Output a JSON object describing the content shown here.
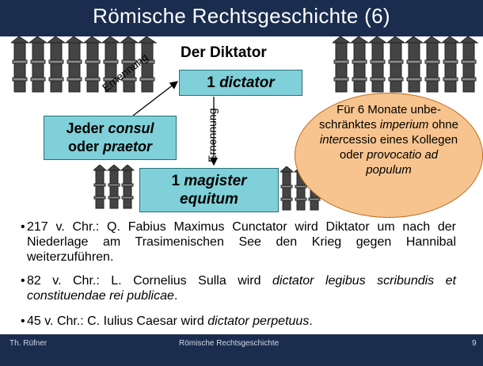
{
  "slide": {
    "title": "Römische Rechtsgeschichte (6)",
    "heading": "Der Diktator"
  },
  "diagram": {
    "dictator_box": {
      "number": "1",
      "word": "dictator"
    },
    "consul_box": {
      "line1_a": "Jeder ",
      "line1_b": "consul",
      "line2_a": "oder ",
      "line2_b": "praetor"
    },
    "magister_box": {
      "line1_a": "1 ",
      "line1_b": "magister",
      "line2": "equitum"
    },
    "ernennung_diagonal": "Ernennung",
    "ernennung_vertical": "Ernennung",
    "oval": {
      "line1": "Für 6 Monate unbe-",
      "line2_a": "schränktes ",
      "line2_b": "imperium",
      "line2_c": " ohne",
      "line3_a": "inter",
      "line3_b": "cessio eines Kollegen",
      "line4_a": "oder ",
      "line4_b": "provocatio ad",
      "line5": "populum"
    }
  },
  "bullets": {
    "b1": "217 v. Chr.: Q. Fabius Maximus Cunctator wird Diktator um nach der Niederlage am Trasimenischen See den Krieg gegen Hannibal weiterzuführen.",
    "b2_a": "82 v. Chr.: L. Cornelius Sulla wird ",
    "b2_b": "dictator legibus scribundis et constituendae rei publicae",
    "b2_c": ".",
    "b3_a": "45 v. Chr.: C. Iulius Caesar wird ",
    "b3_b": "dictator perpetuus",
    "b3_c": "."
  },
  "footer": {
    "author": "Th. Rüfner",
    "course": "Römische Rechtsgeschichte",
    "page": "9"
  },
  "colors": {
    "bar": "#1a2d4f",
    "box_fill": "#7fd0d8",
    "oval_fill": "#f7c48f"
  }
}
